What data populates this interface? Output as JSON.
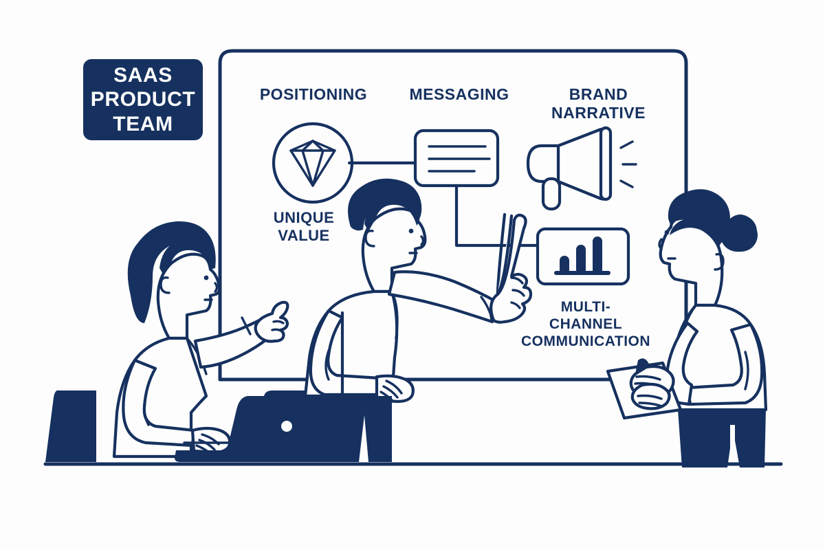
{
  "scene": {
    "title": "SaaS product team brand workshop whiteboard illustration",
    "style": "line-art",
    "colors": {
      "ink": "#16315f",
      "fill_navy": "#16315f",
      "background": "#fdfdfd",
      "badge_text": "#ffffff"
    }
  },
  "badge": {
    "label": "SAAS\nPRODUCT\nTEAM"
  },
  "whiteboard": {
    "labels": {
      "positioning": "POSITIONING",
      "messaging": "MESSAGING",
      "brand_narrative": "BRAND\nNARRATIVE",
      "unique_value": "UNIQUE\nVALUE",
      "multi_channel": "MULTI-\nCHANNEL\nCOMMUNICATION"
    },
    "icons": [
      {
        "name": "diamond-in-circle-icon",
        "meaning": "unique value"
      },
      {
        "name": "message-card-icon",
        "meaning": "messaging",
        "lines": 3
      },
      {
        "name": "megaphone-icon",
        "meaning": "brand narrative",
        "sound_rays": 3
      },
      {
        "name": "bar-chart-icon",
        "meaning": "multi-channel communication",
        "bars": 3
      }
    ]
  },
  "people": [
    {
      "name": "seated-woman",
      "pose": "seated at laptop, pointing right",
      "hair": "bob",
      "position": "left"
    },
    {
      "name": "standing-man",
      "pose": "standing, pointing at whiteboard",
      "hair": "short",
      "position": "center"
    },
    {
      "name": "standing-woman",
      "pose": "standing, holding clipboard",
      "hair": "bun",
      "position": "right"
    }
  ],
  "objects": [
    {
      "name": "laptop",
      "position": "left-center"
    },
    {
      "name": "office-chair",
      "position": "far-left"
    },
    {
      "name": "clipboard",
      "position": "right"
    },
    {
      "name": "floor-line",
      "position": "bottom"
    }
  ]
}
